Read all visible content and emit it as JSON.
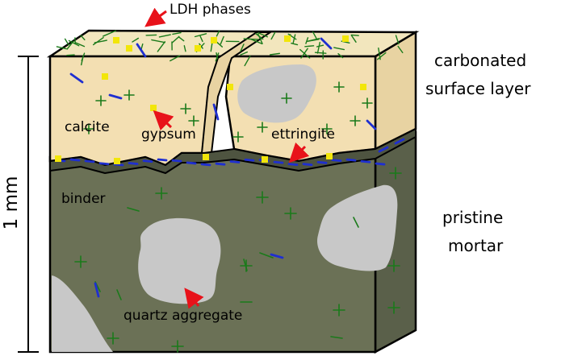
{
  "labels": {
    "ldh": "LDH phases",
    "calcite": "calcite",
    "gypsum": "gypsum",
    "ettringite": "ettringite",
    "binder": "binder",
    "quartz": "quartz aggregate",
    "carbonated_line1": "carbonated",
    "carbonated_line2": "surface layer",
    "pristine_line1": "pristine",
    "pristine_line2": "mortar",
    "scale": "1 mm"
  },
  "colors": {
    "carbonated_layer": "#f3dfb2",
    "carbonated_top": "#f2e6bd",
    "mortar_front": "#6b7156",
    "mortar_side": "#5a604a",
    "aggregate": "#c8c8c8",
    "ldh_needles": "#1a7a1a",
    "ettringite_needles": "#1f2fd0",
    "gypsum_crystals": "#f2e60a",
    "arrow": "#e8121a"
  }
}
